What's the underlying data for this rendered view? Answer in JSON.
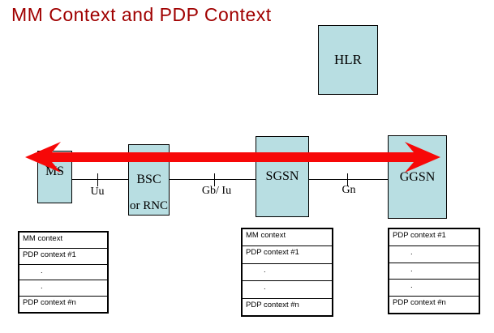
{
  "title": "MM Context and PDP Context",
  "colors": {
    "title_color": "#a00000",
    "node_fill": "#b8dee2",
    "arrow_red": "#f70808",
    "border": "#000000"
  },
  "nodes": {
    "hlr": "HLR",
    "ms": "MS",
    "bsc": "BSC",
    "bsc_sub": "or RNC",
    "sgsn": "SGSN",
    "ggsn": "GGSN"
  },
  "interfaces": [
    {
      "label": "Uu"
    },
    {
      "label": "Gb/ Iu"
    },
    {
      "label": "Gn"
    }
  ],
  "tables": {
    "ms": {
      "rows": [
        "MM context",
        "PDP context #1",
        ".",
        ".",
        "PDP context #n"
      ]
    },
    "sgsn": {
      "rows": [
        "MM context",
        "PDP context #1",
        ".",
        ".",
        "PDP context #n"
      ]
    },
    "ggsn": {
      "rows": [
        "PDP context #1",
        ".",
        ".",
        ".",
        "PDP context #n"
      ]
    }
  }
}
